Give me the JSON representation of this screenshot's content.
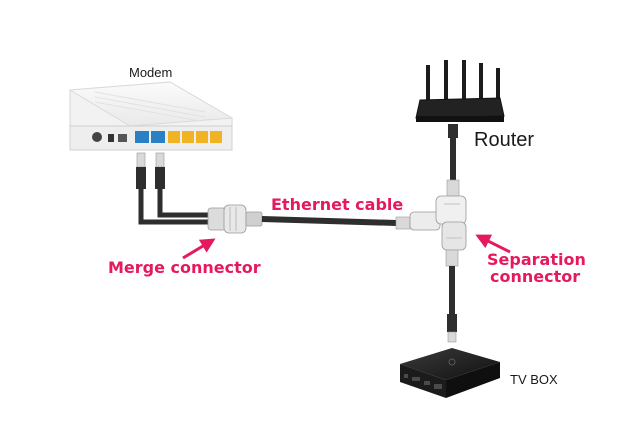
{
  "devices": {
    "modem": "Modem",
    "router": "Router",
    "tv_box": "TV BOX"
  },
  "callouts": {
    "ethernet_cable": "Ethernet cable",
    "merge_connector": "Merge connector",
    "separation_connector_line1": "Separation",
    "separation_connector_line2": "connector"
  },
  "colors": {
    "accent": "#e6195f",
    "cable": "#2e2e2e",
    "port_blue": "#2b7fc4",
    "port_yellow": "#f0b323"
  }
}
